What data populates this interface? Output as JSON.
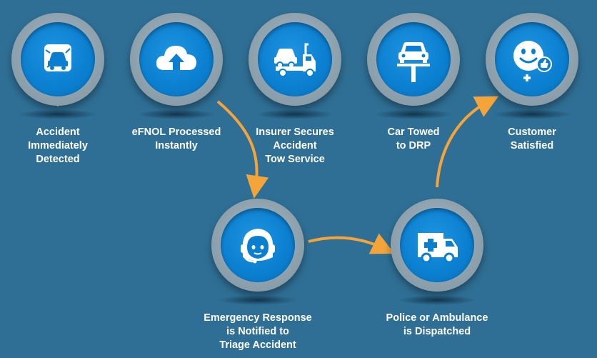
{
  "colors": {
    "background": "#2f6f95",
    "ring": "#8ea2ae",
    "disc": "#0b7fcf",
    "arrow": "#f5a43a",
    "text": "#ffffff"
  },
  "steps": [
    {
      "lines": [
        "Accident",
        "Immediately",
        "Detected"
      ],
      "icon": "car-crash-pin-icon"
    },
    {
      "lines": [
        "eFNOL Processed",
        "Instantly"
      ],
      "icon": "cloud-upload-icon"
    },
    {
      "lines": [
        "Insurer Secures",
        "Accident",
        "Tow Service"
      ],
      "icon": "tow-truck-icon"
    },
    {
      "lines": [
        "Car Towed",
        "to DRP"
      ],
      "icon": "car-lift-icon"
    },
    {
      "lines": [
        "Customer",
        "Satisfied"
      ],
      "icon": "smiley-thumbs-up-icon"
    },
    {
      "lines": [
        "Emergency Response",
        "is Notified to",
        "Triage Accident"
      ],
      "icon": "operator-headset-icon"
    },
    {
      "lines": [
        "Police or Ambulance",
        "is Dispatched"
      ],
      "icon": "ambulance-icon"
    }
  ]
}
